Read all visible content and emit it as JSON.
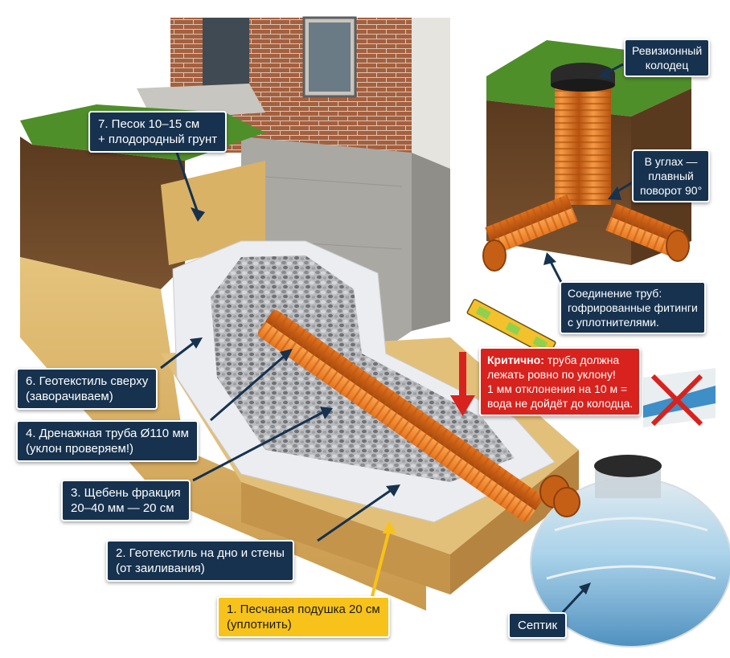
{
  "callouts": {
    "sand_topsoil": {
      "lines": [
        "7. Песок 10–15 см",
        "+ плодородный грунт"
      ]
    },
    "revision_well": {
      "lines": [
        "Ревизионный",
        "колодец"
      ]
    },
    "corner_turn": {
      "lines": [
        "В углах —",
        "плавный",
        "поворот 90°"
      ]
    },
    "pipe_joint": {
      "lines": [
        "Соединение труб:",
        "гофрированные фитинги",
        "с уплотнителями."
      ]
    },
    "critical": {
      "strong": "Критично:",
      "line1_rest": " труба должна",
      "lines": [
        "лежать ровно по уклону!",
        "1 мм отклонения на 10 м =",
        "вода не дойдёт до колодца."
      ]
    },
    "geotextile_top": {
      "lines": [
        "6. Геотекстиль сверху",
        "(заворачиваем)"
      ]
    },
    "drain_pipe": {
      "lines": [
        "4. Дренажная труба Ø110 мм",
        "(уклон проверяем!)"
      ]
    },
    "gravel": {
      "lines": [
        "3. Щебень фракция",
        "20–40 мм — 20 см"
      ]
    },
    "geotextile_bottom": {
      "lines": [
        "2. Геотекстиль на дно и стены",
        "(от заиливания)"
      ]
    },
    "sand_cushion": {
      "lines": [
        "1. Песчаная подушка 20 см",
        "(уплотнить)"
      ]
    },
    "septic": {
      "lines": [
        "Септик"
      ]
    }
  },
  "colors": {
    "callout_bg": "#16324f",
    "critical_bg": "#d8221d",
    "step1_bg": "#f7c21a",
    "pipe": "#e8741c",
    "grass": "#4f8f2a",
    "soil": "#6b4424",
    "sand": "#d9b266",
    "brick": "#9a5a3c",
    "concrete": "#a7a6a1",
    "geotextile": "#ecedf0",
    "gravel": "#8e8f92"
  },
  "icons": [
    "spirit-level-icon",
    "down-arrow-icon",
    "cross-mark-icon"
  ]
}
